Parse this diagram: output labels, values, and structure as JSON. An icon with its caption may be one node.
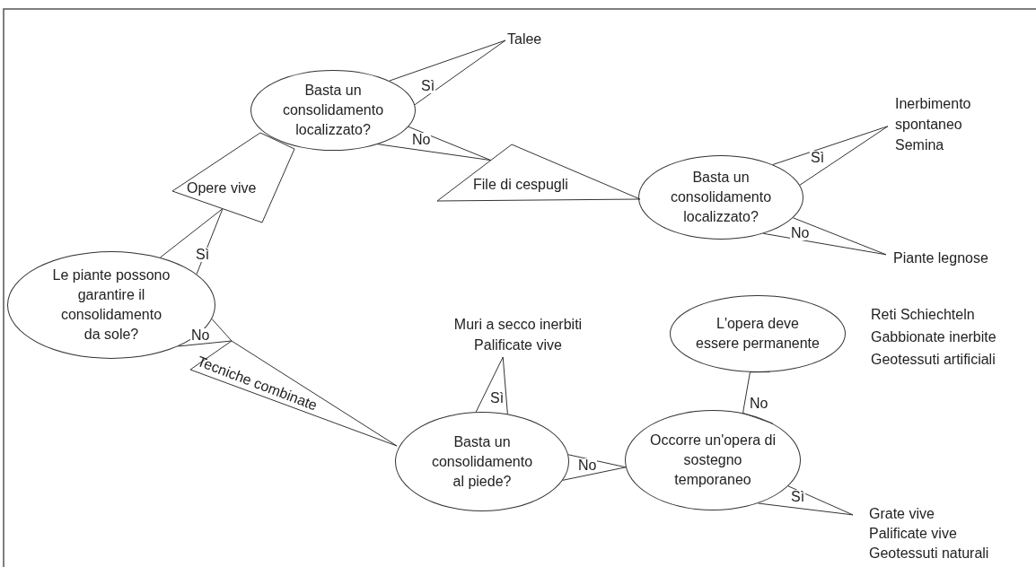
{
  "diagram": {
    "nodes": [
      {
        "text": [
          "Le piante possono garantire il consolidamento da sole?"
        ]
      },
      {
        "text": [
          "Opere vive"
        ]
      },
      {
        "text": [
          "Basta un consolidamento localizzato?"
        ]
      },
      {
        "text": [
          "Talee"
        ]
      },
      {
        "text": [
          "File di cespugli"
        ]
      },
      {
        "text": [
          "Basta un consolidamento localizzato?"
        ]
      },
      {
        "text": [
          "Inerbimento spontaneo",
          "Semina"
        ]
      },
      {
        "text": [
          "Piante legnose"
        ]
      },
      {
        "text": [
          "Tecniche combinate"
        ]
      },
      {
        "text": [
          "Basta un consolidamento al piede?"
        ]
      },
      {
        "text": [
          "Muri a secco inerbiti",
          "Palificate vive"
        ]
      },
      {
        "text": [
          "Occorre un'opera di sostegno temporaneo"
        ]
      },
      {
        "text": [
          "L'opera deve essere permanente"
        ]
      },
      {
        "text": [
          "Grate vive",
          "Palificate vive",
          "Geotessuti naturali"
        ]
      }
    ],
    "edges": [
      {
        "from": 0,
        "to": 1,
        "arrow": "none",
        "label": "Sì"
      },
      {
        "from": 2,
        "to": 3,
        "arrow": "none",
        "label": "Sì"
      },
      {
        "from": 2,
        "to": 4,
        "arrow": "none",
        "label": "No"
      },
      {
        "from": 5,
        "to": 6,
        "arrow": "none",
        "label": "Sì"
      },
      {
        "from": 5,
        "to": 7,
        "arrow": "none",
        "label": "No"
      },
      {
        "from": 0,
        "to": 8,
        "arrow": "none",
        "label": "No"
      },
      {
        "from": 9,
        "to": 10,
        "arrow": "none",
        "label": "Sì"
      },
      {
        "from": 9,
        "to": 11,
        "arrow": "none",
        "label": "No"
      },
      {
        "from": 11,
        "to": 12,
        "arrow": "none",
        "label": "No"
      },
      {
        "from": 11,
        "to": 13,
        "arrow": "none",
        "label": "Sì"
      }
    ],
    "labels": [
      "Reti Schiechteln",
      "Gabbionate inerbite",
      "Geotessuti artificiali"
    ]
  }
}
